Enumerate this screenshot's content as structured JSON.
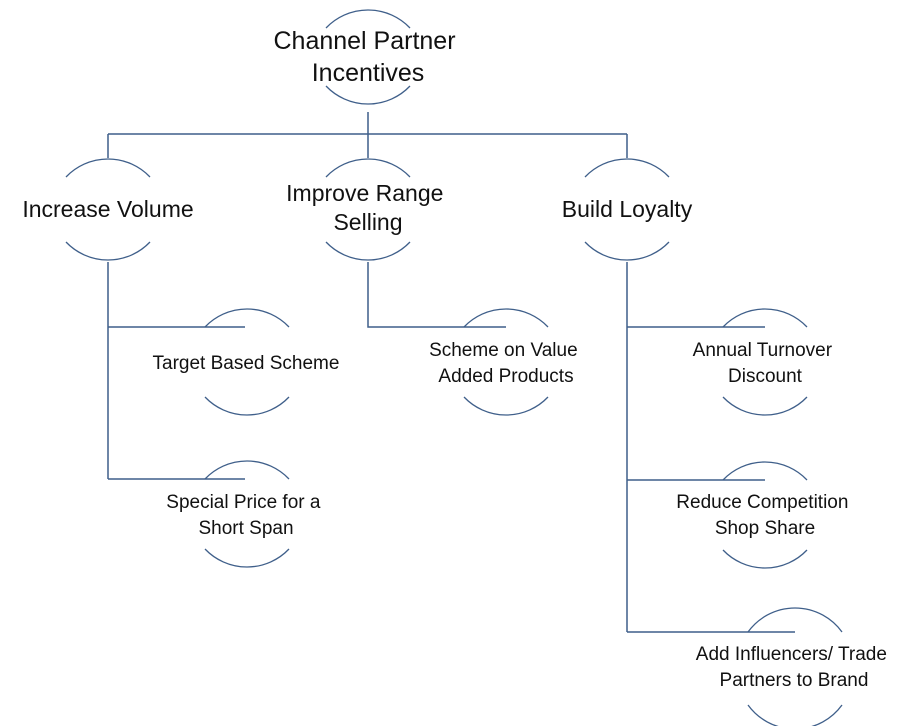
{
  "colors": {
    "line": "#3f5f8a",
    "text": "#111111",
    "background": "#ffffff"
  },
  "root": {
    "lines": [
      "Channel  Partner",
      "Incentives"
    ]
  },
  "branches": [
    {
      "lines": [
        "Increase Volume"
      ],
      "children": [
        {
          "lines": [
            "Target Based Scheme"
          ]
        },
        {
          "lines": [
            "Special Price for a",
            "Short Span"
          ]
        }
      ]
    },
    {
      "lines": [
        "Improve Range",
        "Selling"
      ],
      "children": [
        {
          "lines": [
            "Scheme on Value",
            "Added Products"
          ]
        }
      ]
    },
    {
      "lines": [
        "Build Loyalty"
      ],
      "children": [
        {
          "lines": [
            "Annual Turnover",
            "Discount"
          ]
        },
        {
          "lines": [
            "Reduce Competition",
            "Shop Share"
          ]
        },
        {
          "lines": [
            "Add Influencers/ Trade",
            "Partners to Brand"
          ]
        }
      ]
    }
  ]
}
